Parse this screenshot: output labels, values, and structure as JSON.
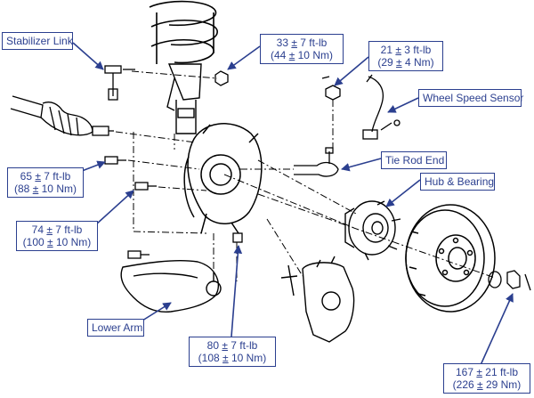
{
  "labels": {
    "stabilizer_link": "Stabilizer Link",
    "wheel_speed_sensor": "Wheel Speed Sensor",
    "tie_rod_end": "Tie Rod End",
    "hub_bearing": "Hub & Bearing",
    "lower_arm": "Lower Arm"
  },
  "torques": {
    "t1": {
      "ftlb_val": "33",
      "pm": "±",
      "ftlb_tol": " 7 ft-lb",
      "nm_open": "(44 ",
      "nm_tol": " 10 Nm)"
    },
    "t2": {
      "ftlb_val": "21",
      "pm": "±",
      "ftlb_tol": " 3 ft-lb",
      "nm_open": "(29 ",
      "nm_tol": " 4 Nm)"
    },
    "t3": {
      "ftlb_val": "65",
      "pm": "±",
      "ftlb_tol": " 7 ft-lb",
      "nm_open": "(88 ",
      "nm_tol": " 10 Nm)"
    },
    "t4": {
      "ftlb_val": "74",
      "pm": "±",
      "ftlb_tol": " 7 ft-lb",
      "nm_open": "(100 ",
      "nm_tol": " 10 Nm)"
    },
    "t5": {
      "ftlb_val": "80",
      "pm": "±",
      "ftlb_tol": " 7 ft-lb",
      "nm_open": "(108 ",
      "nm_tol": " 10 Nm)"
    },
    "t6": {
      "ftlb_val": "167",
      "pm": "±",
      "ftlb_tol": " 21 ft-lb",
      "nm_open": "(226 ",
      "nm_tol": " 29 Nm)"
    }
  },
  "colors": {
    "callout": "#2b3f8f",
    "line_art": "#000000"
  }
}
